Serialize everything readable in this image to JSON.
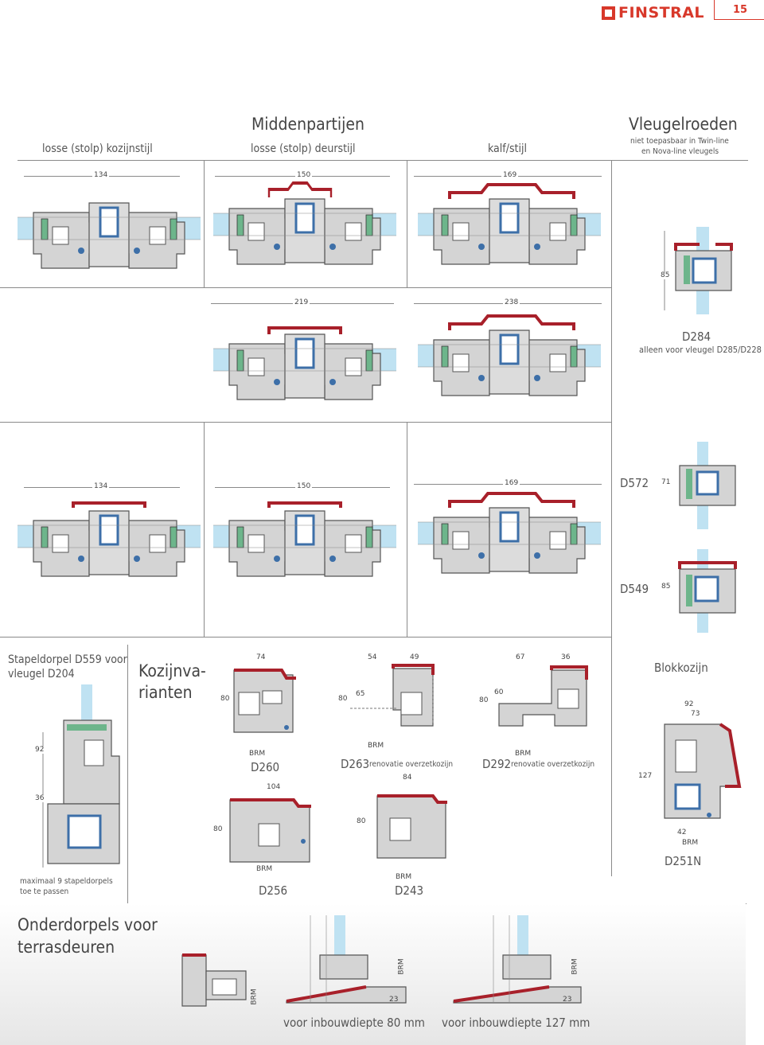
{
  "brand": {
    "name": "FINSTRAL",
    "page_number": "15",
    "colors": {
      "brand": "#d8382a",
      "frame_red": "#a8202a",
      "profile_grey": "#cfcfcf",
      "gasket_green": "#6db58b",
      "glass_blue": "#bfe2f2",
      "steel_blue": "#3d6fa8"
    }
  },
  "header": {
    "middenpartijen": "Middenpartijen",
    "col1": "losse (stolp) kozijnstijl",
    "col2": "losse (stolp) deurstijl",
    "col3": "kalf/stijl",
    "vleugelroeden": "Vleugelroeden",
    "vleugelroeden_note1": "niet toepasbaar in Twin-line",
    "vleugelroeden_note2": "en Nova-line vleugels"
  },
  "row1": {
    "dim1": "134",
    "dim2": "150",
    "dim3": "169",
    "roede_dim": "85"
  },
  "row2": {
    "dim1": "219",
    "dim2": "238",
    "code": "D284",
    "note": "alleen voor vleugel D285/D228"
  },
  "row3": {
    "dim1": "134",
    "dim2": "150",
    "dim3": "169",
    "code_a": "D572",
    "dim_a": "71",
    "code_b": "D549",
    "dim_b": "85"
  },
  "stapeldorpel": {
    "title1": "Stapeldorpel D559 voor",
    "title2": "vleugel D204",
    "dim_a": "92",
    "dim_b": "36",
    "note1": "maximaal 9 stapeldorpels",
    "note2": "toe te passen"
  },
  "kozijnvarianten": {
    "title1": "Kozijnva-",
    "title2": "rianten",
    "d260": {
      "code": "D260",
      "w": "74",
      "h": "80",
      "brm": "BRM"
    },
    "d263": {
      "code": "D263",
      "note": "renovatie overzetkozijn",
      "w1": "54",
      "w2": "49",
      "h": "80",
      "inner": "65",
      "brm": "BRM"
    },
    "d292": {
      "code": "D292",
      "note": "renovatie overzetkozijn",
      "w1": "67",
      "w2": "36",
      "h": "80",
      "inner": "60",
      "brm": "BRM"
    },
    "d256": {
      "code": "D256",
      "w": "104",
      "h": "80",
      "brm": "BRM"
    },
    "d243": {
      "code": "D243",
      "w": "84",
      "h": "80",
      "brm": "BRM"
    }
  },
  "blokkozijn": {
    "title": "Blokkozijn",
    "w1": "92",
    "w2": "73",
    "h": "127",
    "bottom": "42",
    "brm": "BRM",
    "code": "D251N"
  },
  "onderdorpels": {
    "title1": "Onderdorpels voor",
    "title2": "terrasdeuren",
    "brm": "BRM",
    "dim": "23",
    "caption_80": "voor inbouwdiepte 80 mm",
    "caption_127": "voor inbouwdiepte 127 mm"
  }
}
